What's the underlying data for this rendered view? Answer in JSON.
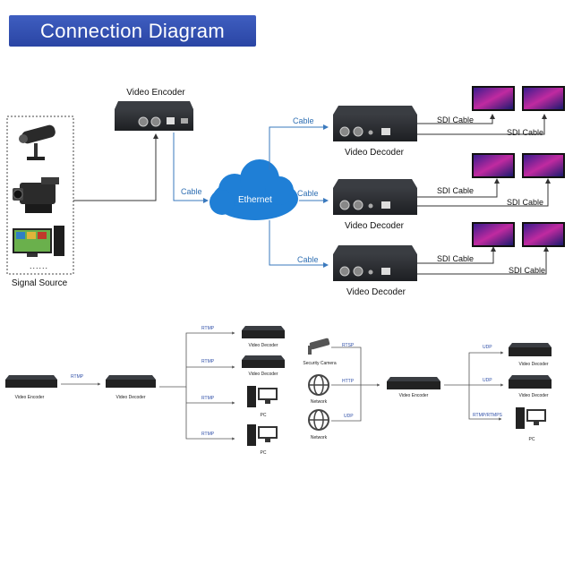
{
  "title": "Connection Diagram",
  "top_section": {
    "encoder_label": "Video Encoder",
    "signal_source_label": "Signal Source",
    "signal_source_more": "......",
    "cloud_label": "Ethernet",
    "cable_label": "Cable",
    "decoders": [
      {
        "label": "Video Decoder",
        "cable": "Cable",
        "sdi_1": "SDI Cable",
        "sdi_2": "SDI Cable"
      },
      {
        "label": "Video Decoder",
        "cable": "Cable",
        "sdi_1": "SDI Cable",
        "sdi_2": "SDI Cable"
      },
      {
        "label": "Video Decoder",
        "cable": "Cable",
        "sdi_1": "SDI Cable",
        "sdi_2": "SDI Cable"
      }
    ]
  },
  "bottom_left": {
    "encoder_label": "Video Encoder",
    "link_label": "RTMP",
    "decoder_label": "Video Decoder",
    "branches": [
      {
        "protocol": "RTMP",
        "target": "Video Decoder"
      },
      {
        "protocol": "RTMP",
        "target": "Video Decoder"
      },
      {
        "protocol": "RTMP",
        "target": "PC"
      },
      {
        "protocol": "RTMP",
        "target": "PC"
      }
    ]
  },
  "bottom_right": {
    "sources": [
      {
        "label": "Security Camera",
        "protocol": "RTSP"
      },
      {
        "label": "Network",
        "protocol": "HTTP"
      },
      {
        "label": "Network",
        "protocol": "UDP"
      }
    ],
    "encoder_label": "Video Encoder",
    "outputs": [
      {
        "protocol": "UDP",
        "target": "Video Decoder"
      },
      {
        "protocol": "UDP",
        "target": "Video Decoder"
      },
      {
        "protocol": "RTMP/RTMPS",
        "target": "PC"
      }
    ]
  },
  "colors": {
    "banner": "#2f4dac",
    "cloud": "#1f7fd6",
    "blue_arrow": "#3a79bd",
    "device_body": "#2a2c30"
  }
}
